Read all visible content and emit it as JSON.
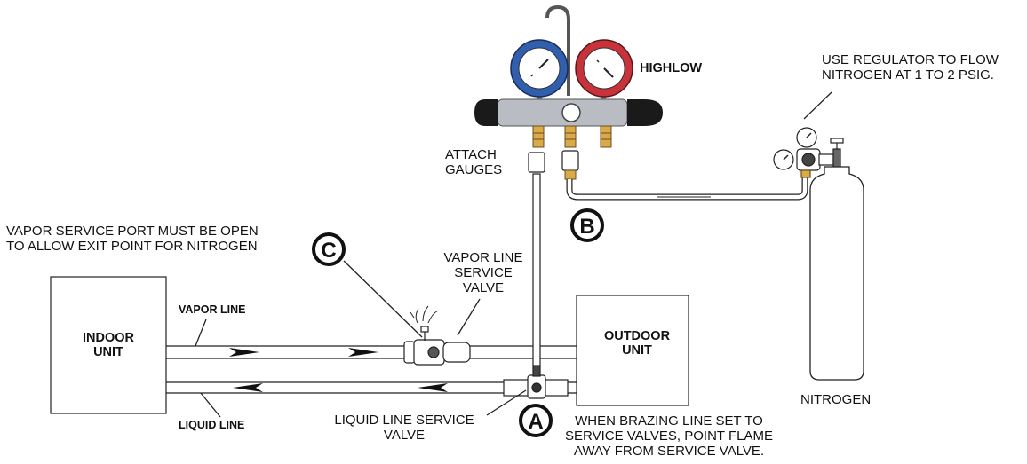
{
  "labels": {
    "highlow": "HIGHLOW",
    "regulator_note": [
      "USE REGULATOR TO FLOW",
      "NITROGEN AT 1 TO 2 PSIG."
    ],
    "attach_gauges": [
      "ATTACH",
      "GAUGES"
    ],
    "vapor_port_note": [
      "VAPOR SERVICE PORT MUST BE OPEN",
      "TO ALLOW EXIT POINT FOR NITROGEN"
    ],
    "vapor_line_service_valve": [
      "VAPOR LINE",
      "SERVICE",
      "VALVE"
    ],
    "vapor_line": "VAPOR LINE",
    "liquid_line": "LIQUID LINE",
    "indoor_unit": [
      "INDOOR",
      "UNIT"
    ],
    "outdoor_unit": [
      "OUTDOOR",
      "UNIT"
    ],
    "liquid_line_service_valve": [
      "LIQUID LINE SERVICE",
      "VALVE"
    ],
    "brazing_note": [
      "WHEN BRAZING LINE SET TO",
      "SERVICE VALVES, POINT FLAME",
      "AWAY FROM SERVICE VALVE."
    ],
    "nitrogen": "NITROGEN"
  },
  "markers": {
    "a": "A",
    "b": "B",
    "c": "C"
  },
  "colors": {
    "low_gauge": "#2f5fae",
    "high_gauge": "#c8323a",
    "brass": "#d9a94a",
    "manifold": "#b9bcc2"
  }
}
